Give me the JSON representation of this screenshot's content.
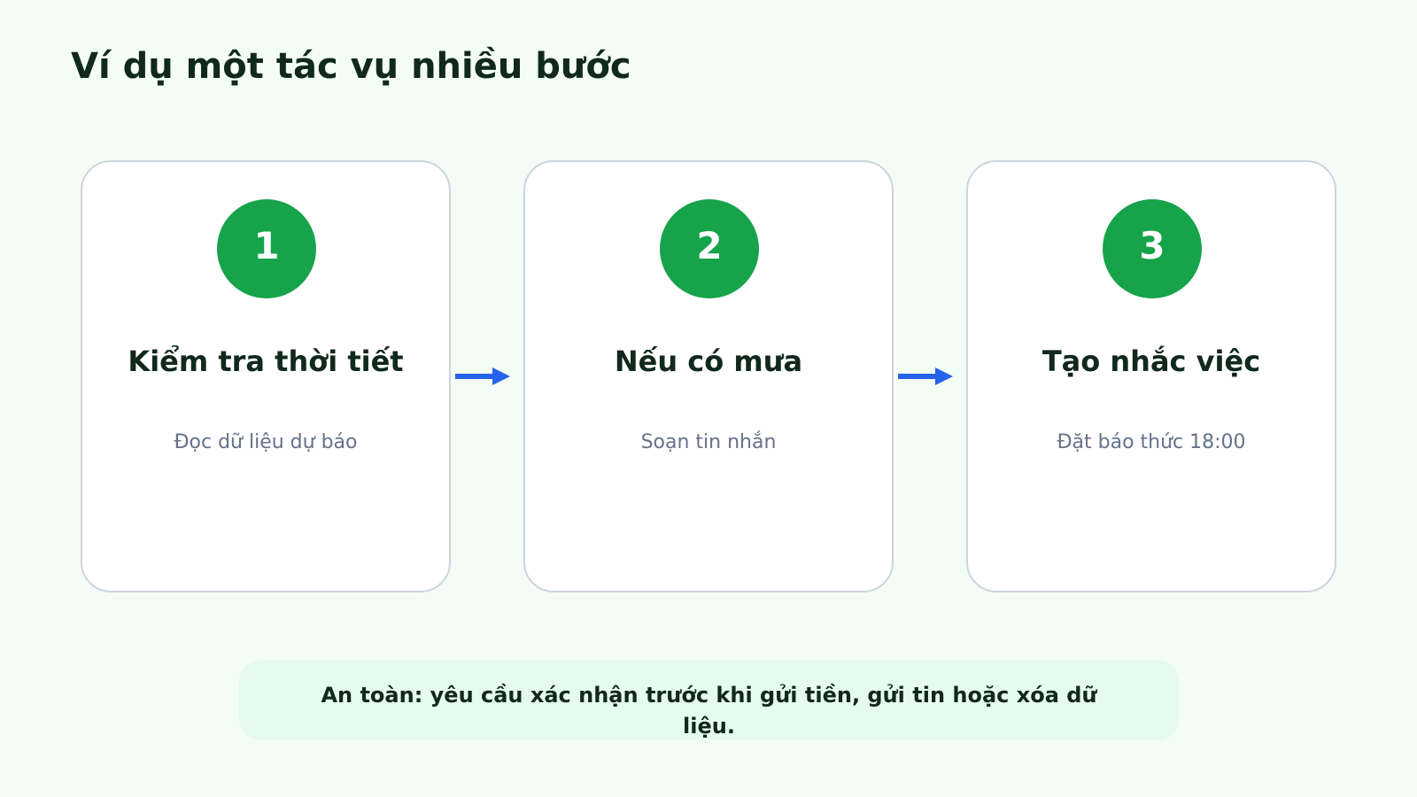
{
  "title": "Ví dụ một tác vụ nhiều bước",
  "steps": [
    {
      "number": "1",
      "title": "Kiểm tra thời tiết",
      "description": "Đọc dữ liệu dự báo"
    },
    {
      "number": "2",
      "title": "Nếu có mưa",
      "description": "Soạn tin nhắn"
    },
    {
      "number": "3",
      "title": "Tạo nhắc việc",
      "description": "Đặt báo thức 18:00"
    }
  ],
  "note": "An toàn: yêu cầu xác nhận trước khi gửi tiền, gửi tin hoặc xóa dữ liệu.",
  "colors": {
    "background": "#f3fdf5",
    "badge": "#16a34a",
    "arrow": "#2563eb",
    "note_background": "#e6faee",
    "text_dark": "#11291c",
    "text_muted": "#66728a"
  },
  "icons": {
    "flow_arrow": "arrow-right-icon"
  }
}
